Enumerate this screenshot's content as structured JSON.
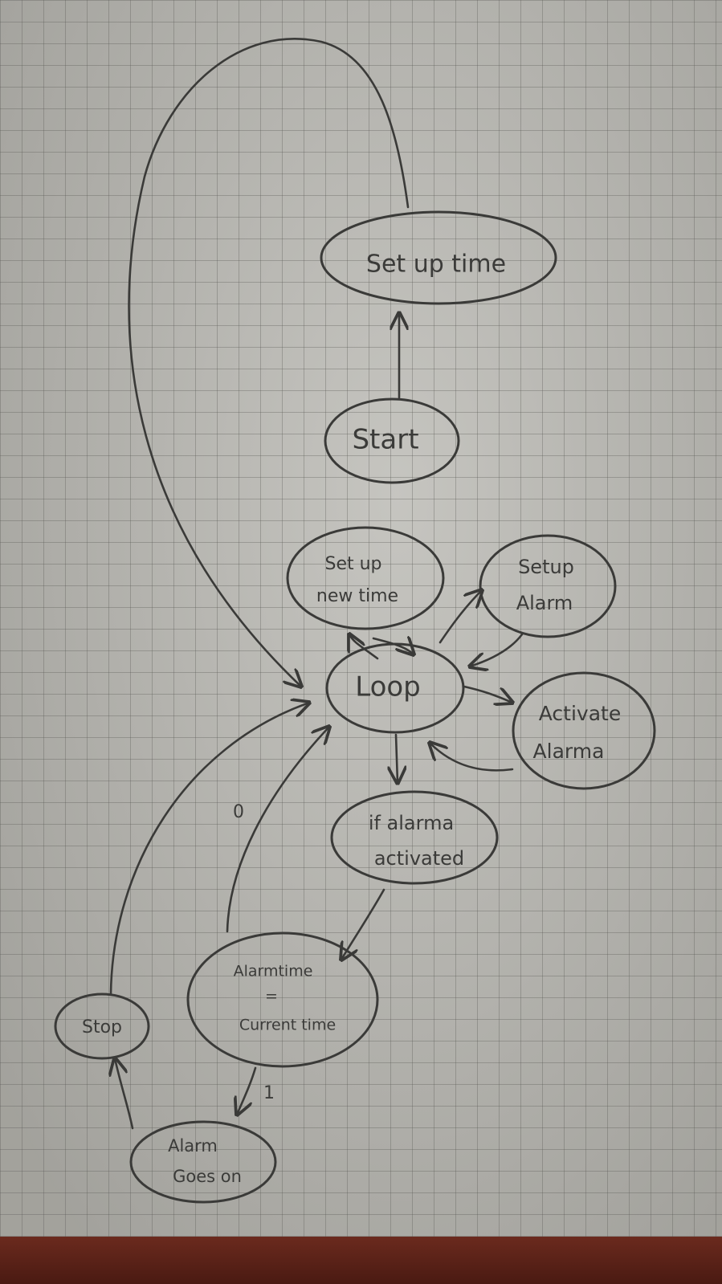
{
  "nodes": {
    "set_up_time": "Set up time",
    "start": "Start",
    "set_up_new_time": [
      "Set up",
      "new time"
    ],
    "setup_alarm": [
      "Setup",
      "Alarm"
    ],
    "loop": "Loop",
    "activate_alarma": [
      "Activate",
      "Alarma"
    ],
    "if_alarma_activated": [
      "if alarma",
      "activated"
    ],
    "alarmtime_eq_current": [
      "Alarmtime",
      "=",
      "Current time"
    ],
    "stop": "Stop",
    "alarm_goes_on": [
      "Alarm",
      "Goes on"
    ]
  },
  "edge_labels": {
    "false_branch": "0",
    "true_branch": "1"
  },
  "colors": {
    "paper": "#b9b8b2",
    "ink": "#3a3a38",
    "table": "#5a1f16"
  }
}
